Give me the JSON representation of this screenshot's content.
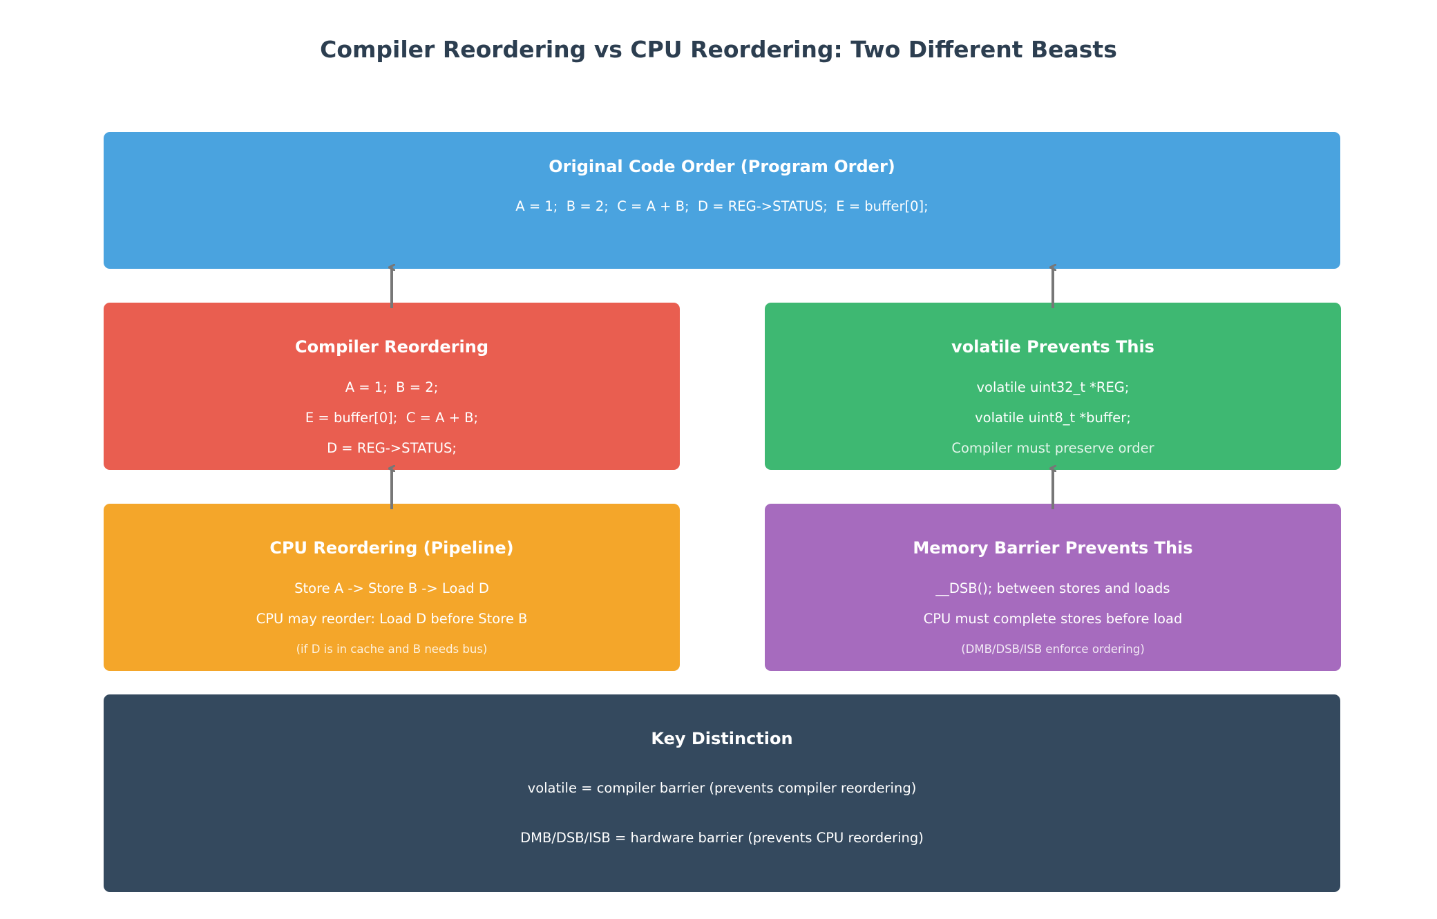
{
  "title": "Compiler Reordering vs CPU Reordering: Two Different Beasts",
  "colors": {
    "original": "#4aa3df",
    "compiler": "#e95e50",
    "volatile": "#3eb872",
    "cpu": "#f4a62a",
    "barrier": "#a66bbe",
    "key": "#34495e",
    "arrow": "#777777",
    "title": "#2c3e50"
  },
  "original": {
    "heading": "Original Code Order (Program Order)",
    "code": "A = 1;  B = 2;  C = A + B;  D = REG->STATUS;  E = buffer[0];"
  },
  "compiler": {
    "heading": "Compiler Reordering",
    "lines": [
      "A = 1;  B = 2;",
      "E = buffer[0];  C = A + B;",
      "D = REG->STATUS;"
    ]
  },
  "volatile": {
    "heading": "volatile Prevents This",
    "lines": [
      "volatile uint32_t *REG;",
      "volatile uint8_t *buffer;",
      "Compiler must preserve order"
    ]
  },
  "cpu": {
    "heading": "CPU Reordering (Pipeline)",
    "lines": [
      "Store A -> Store B -> Load D",
      "CPU may reorder: Load D before Store B",
      "(if D is in cache and B needs bus)"
    ]
  },
  "barrier": {
    "heading": "Memory Barrier Prevents This",
    "lines": [
      "__DSB(); between stores and loads",
      "CPU must complete stores before load",
      "(DMB/DSB/ISB enforce ordering)"
    ]
  },
  "key": {
    "heading": "Key Distinction",
    "lines": [
      "volatile = compiler barrier (prevents compiler reordering)",
      "DMB/DSB/ISB = hardware barrier (prevents CPU reordering)"
    ]
  }
}
